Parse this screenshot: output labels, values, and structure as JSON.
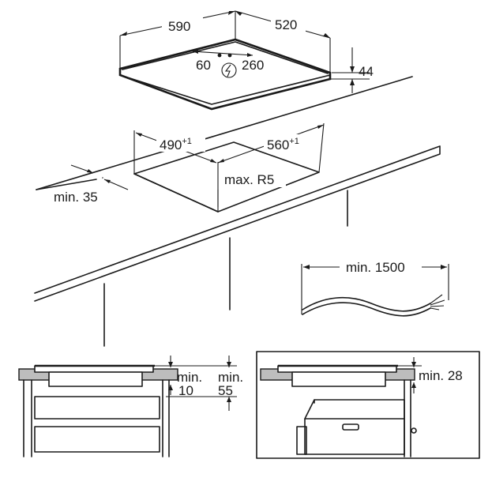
{
  "hob_top": {
    "width": "590",
    "depth": "520",
    "connection_offset": "60",
    "connection_spacing": "260",
    "height": "44",
    "connection_icon": "power-connection-icon"
  },
  "cutout": {
    "width": "490",
    "width_tolerance": "+1",
    "depth": "560",
    "depth_tolerance": "+1",
    "corner_radius": "max. R5",
    "edge_distance": "min. 35"
  },
  "cable": {
    "min_length": "min. 1500"
  },
  "install_left": {
    "gap_top_label": "min.",
    "gap_top_value": "10",
    "gap_bottom_label": "min.",
    "gap_bottom_value": "55"
  },
  "install_right": {
    "gap_label": "min. 28"
  }
}
